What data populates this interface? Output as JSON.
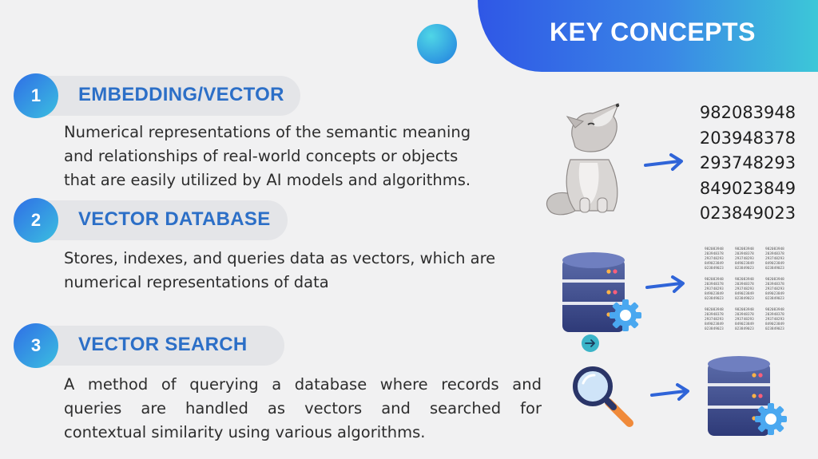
{
  "banner": {
    "title": "KEY CONCEPTS"
  },
  "colors": {
    "accent_blue": "#2c6fc7",
    "banner_start": "#2f57e6",
    "banner_end": "#3cc7d8"
  },
  "sections": [
    {
      "number": "1",
      "heading": "EMBEDDING/VECTOR",
      "lines": [
        "Numerical representations of the semantic meaning",
        "and relationships of real-world concepts or objects",
        "that are easily utilized by AI models and algorithms."
      ]
    },
    {
      "number": "2",
      "heading": "VECTOR DATABASE",
      "lines": [
        "Stores, indexes, and queries data as vectors, which are",
        "numerical representations of data"
      ]
    },
    {
      "number": "3",
      "heading": "VECTOR SEARCH",
      "lines": [
        "A method of querying a database where records and",
        "queries are handled as vectors and searched for",
        "contextual similarity using various algorithms."
      ]
    }
  ],
  "vector_numbers": [
    "982083948",
    "203948378",
    "293748293",
    "849023849",
    "023849023"
  ],
  "small_grid": [
    "982083948",
    "203948378",
    "293748293",
    "849023849",
    "023849023"
  ],
  "icons": {
    "wolf": "wolf-icon",
    "database": "database-icon",
    "gear": "gear-icon",
    "arrow": "arrow-right-icon",
    "magnifier": "magnifier-icon"
  }
}
